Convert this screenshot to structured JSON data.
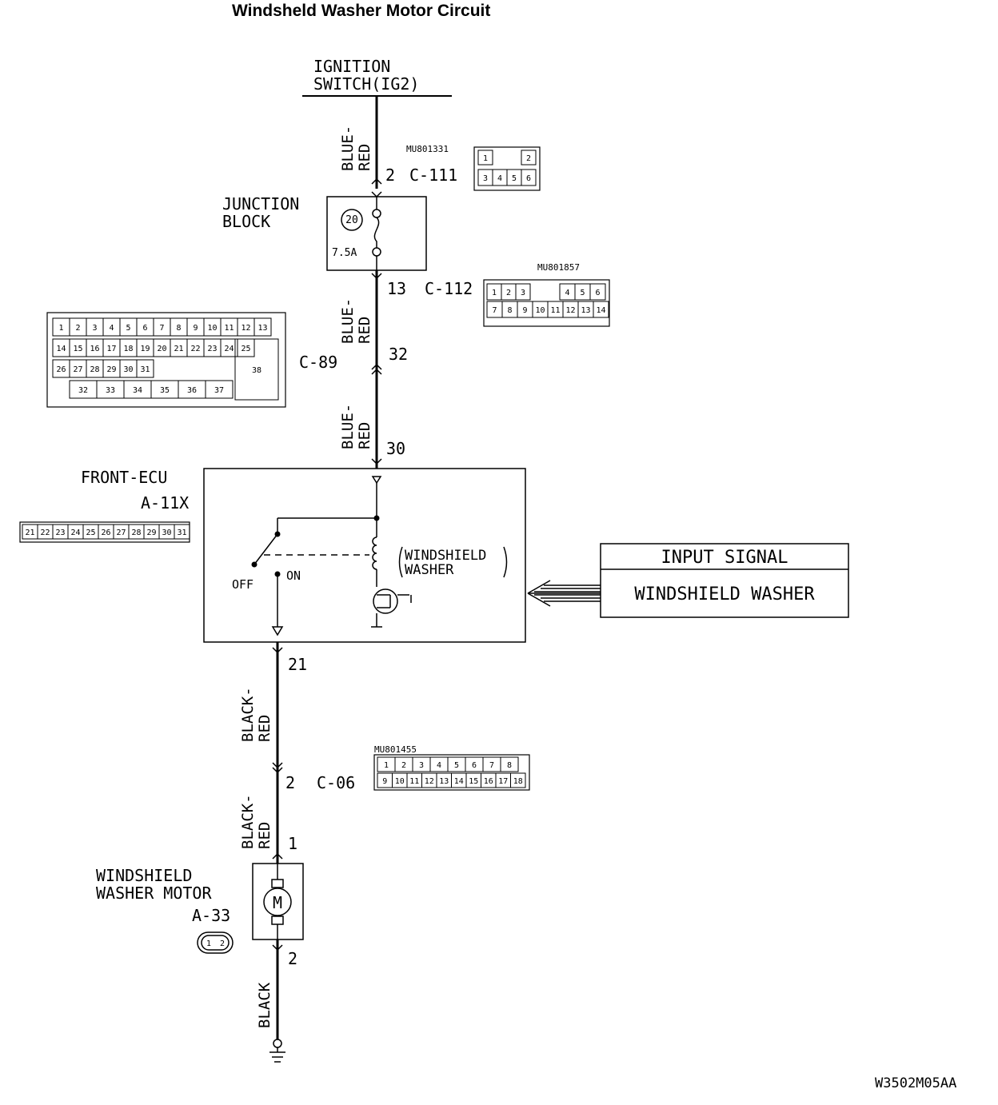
{
  "title": "Windsheld Washer Motor Circuit",
  "ignition": {
    "line1": "IGNITION",
    "line2": "SWITCH(IG2)"
  },
  "wires": {
    "w1_line1": "BLUE-",
    "w1_line2": "RED",
    "w2_line1": "BLUE-",
    "w2_line2": "RED",
    "w3_line1": "BLUE-",
    "w3_line2": "RED",
    "w4_line1": "BLACK-",
    "w4_line2": "RED",
    "w5_line1": "BLACK-",
    "w5_line2": "RED",
    "w6": "BLACK"
  },
  "c111": {
    "part": "MU801331",
    "pin": "2",
    "name": "C-111",
    "cells_top": [
      "1",
      "2"
    ],
    "cells_bottom": [
      "3",
      "4",
      "5",
      "6"
    ]
  },
  "junction_block": {
    "line1": "JUNCTION",
    "line2": "BLOCK",
    "fuse_no": "20",
    "fuse_rating": "7.5A"
  },
  "c112": {
    "part": "MU801857",
    "pin": "13",
    "name": "C-112",
    "cells_top": [
      "1",
      "2",
      "3",
      "4",
      "5",
      "6"
    ],
    "cells_bottom": [
      "7",
      "8",
      "9",
      "10",
      "11",
      "12",
      "13",
      "14"
    ]
  },
  "c89": {
    "pin": "32",
    "name": "C-89",
    "row1": [
      "1",
      "2",
      "3",
      "4",
      "5",
      "6",
      "7",
      "8",
      "9",
      "10",
      "11",
      "12",
      "13"
    ],
    "row2": [
      "14",
      "15",
      "16",
      "17",
      "18",
      "19",
      "20",
      "21",
      "22",
      "23",
      "24",
      "25"
    ],
    "row3": [
      "26",
      "27",
      "28",
      "29",
      "30",
      "31",
      "38"
    ],
    "row4": [
      "32",
      "33",
      "34",
      "35",
      "36",
      "37"
    ]
  },
  "front_ecu": {
    "pin_in": "30",
    "line1": "FRONT-ECU",
    "line2": "A-11X",
    "cells": [
      "21",
      "22",
      "23",
      "24",
      "25",
      "26",
      "27",
      "28",
      "29",
      "30",
      "31"
    ],
    "switch_off": "OFF",
    "switch_on": "ON",
    "relay_line1": "WINDSHIELD",
    "relay_line2": "WASHER",
    "pin_out": "21"
  },
  "input_signal": {
    "header": "INPUT SIGNAL",
    "value": "WINDSHIELD WASHER"
  },
  "c06": {
    "part": "MU801455",
    "pin": "2",
    "name": "C-06",
    "cells_top": [
      "1",
      "2",
      "3",
      "4",
      "5",
      "6",
      "7",
      "8"
    ],
    "cells_bottom": [
      "9",
      "10",
      "11",
      "12",
      "13",
      "14",
      "15",
      "16",
      "17",
      "18"
    ]
  },
  "motor": {
    "line1": "WINDSHIELD",
    "line2": "WASHER MOTOR",
    "id": "A-33",
    "pin_in": "1",
    "pin_out": "2",
    "symbol": "M",
    "conn_pins": [
      "1",
      "2"
    ]
  },
  "footer_code": "W3502M05AA"
}
